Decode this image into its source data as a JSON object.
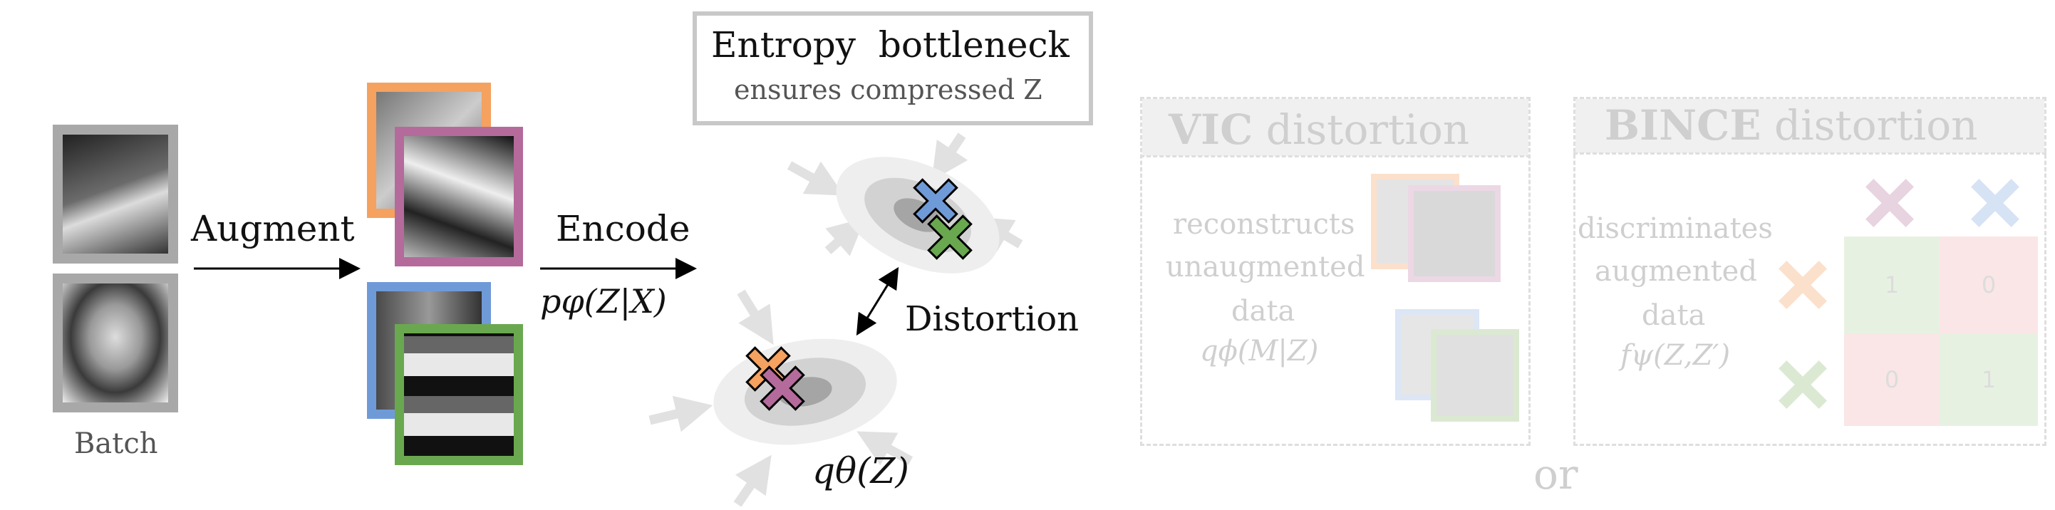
{
  "batch": {
    "label": "Batch"
  },
  "augment": {
    "label": "Augment"
  },
  "encode": {
    "label": "Encode",
    "formula": "pφ(Z|X)"
  },
  "entropy": {
    "title": "Entropy  bottleneck",
    "subtitle": "ensures compressed Z"
  },
  "distortion": {
    "label": "Distortion"
  },
  "prior": {
    "formula": "qθ(Z)"
  },
  "vic": {
    "title_bold": "VIC",
    "title_rest": " distortion",
    "lines": [
      "reconstructs",
      "unaugmented",
      "data"
    ],
    "formula": "qϕ(M|Z)"
  },
  "or_label": "or",
  "bince": {
    "title_bold": "BINCE",
    "title_rest": " distortion",
    "lines": [
      "discriminates",
      "augmented",
      "data"
    ],
    "formula": "fψ(Z,Z′)",
    "matrix": [
      [
        "1",
        "0"
      ],
      [
        "0",
        "1"
      ]
    ]
  },
  "colors": {
    "orange": "#f5a15f",
    "purple": "#b56a9c",
    "blue": "#6f9ad8",
    "green": "#6aa84f",
    "grey_frame": "#a8a8a8",
    "pos_cell": "#e7f1e2",
    "neg_cell": "#fae6e6"
  }
}
